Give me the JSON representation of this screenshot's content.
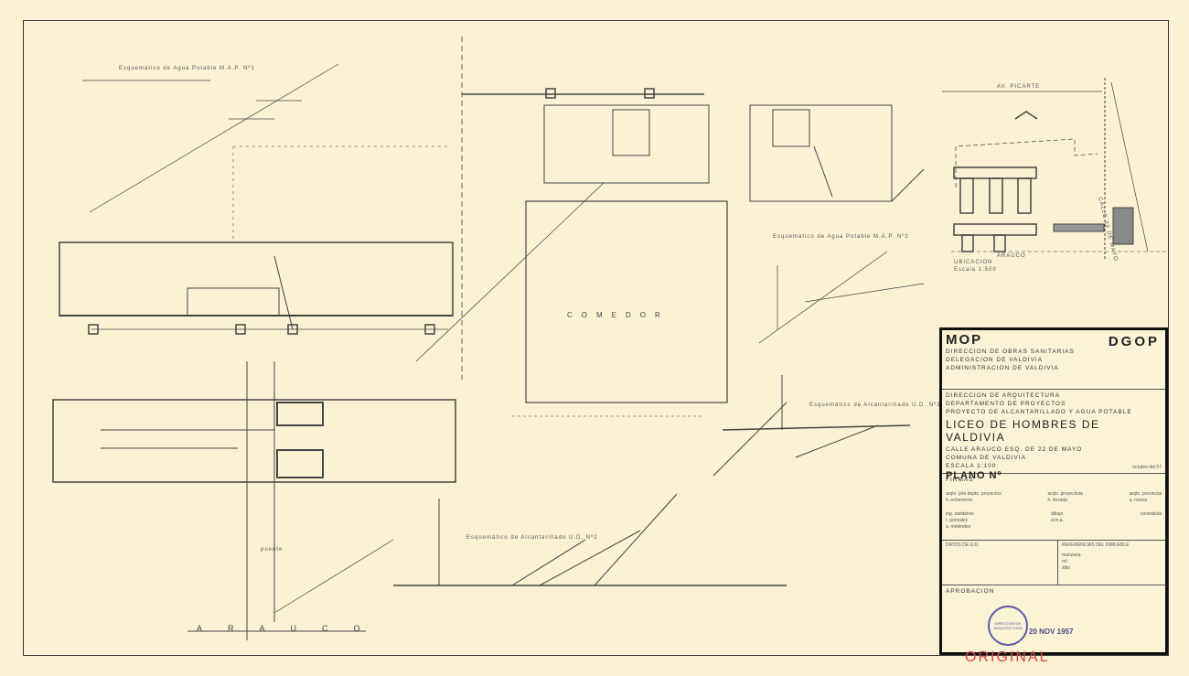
{
  "schematics": {
    "water_1": "Esquemático de Agua Potable M.A.P. Nº1",
    "water_2": "Esquemático de Agua Potable M.A.P. Nº2",
    "sewer_1": "Esquemático de Alcantarillado U.D. Nº1",
    "sewer_2": "Esquemático de Alcantarillado U.D. Nº2"
  },
  "plan_labels": {
    "comedor": "COMEDOR",
    "arauco_street": "ARAUCO",
    "puente": "puente"
  },
  "site_plan": {
    "avenue": "AV. PICARTE",
    "street_bottom": "ARAUCO",
    "street_side": "CALLE 22 DE MAYO",
    "location_title": "UBICACION",
    "location_scale": "Escala 1:500"
  },
  "title_block": {
    "mop": "MOP",
    "dgop": "DGOP",
    "org_lines": [
      "DIRECCION DE OBRAS SANITARIAS",
      "DELEGACION DE VALDIVIA",
      "ADMINISTRACION DE VALDIVIA"
    ],
    "dept_lines": [
      "DIRECCION DE ARQUITECTURA",
      "DEPARTAMENTO DE PROYECTOS",
      "PROYECTO DE ALCANTARILLADO Y AGUA POTABLE"
    ],
    "project": "LICEO DE HOMBRES DE VALDIVIA",
    "address_lines": [
      "CALLE ARAUCO ESQ. DE 22 DE MAYO",
      "COMUNA DE VALDIVIA",
      "ESCALA 1:100"
    ],
    "plano": "PLANO Nº",
    "date": "octubre del 57",
    "firmas": "FIRMAS",
    "sign_roles": [
      "arqto. jefe depto. proyectos",
      "arqto. proyectista",
      "arqto. provincial"
    ],
    "sign_names": [
      "h. echeverria",
      "h. ferrada",
      "a. navea"
    ],
    "sign_roles_2": [
      "ing. sanitarios",
      "dibujo",
      "contratista"
    ],
    "sign_names_2": [
      "r. gonzalez",
      "a. melendez",
      "d.m.a."
    ],
    "datos": "DATOS DE U.D.",
    "referencias": "REFERENCIAS DEL INMUEBLE",
    "ref_lines": [
      "manzana",
      "rol",
      "sitio"
    ],
    "aprobacion": "APROBACION",
    "stamp_text": "DIRECCION DE ARQUITECTURA",
    "stamp_date": "20 NOV 1957",
    "original": "ORIGINAL"
  }
}
